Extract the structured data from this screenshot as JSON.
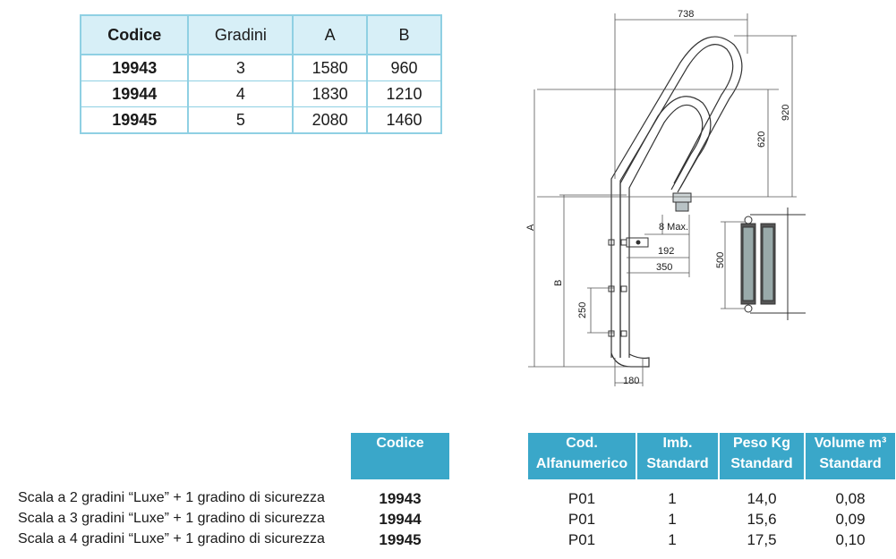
{
  "top_table": {
    "headers": [
      "Codice",
      "Gradini",
      "A",
      "B"
    ],
    "rows": [
      [
        "19943",
        "3",
        "1580",
        "960"
      ],
      [
        "19944",
        "4",
        "1830",
        "1210"
      ],
      [
        "19945",
        "5",
        "2080",
        "1460"
      ]
    ]
  },
  "drawing": {
    "dim_738": "738",
    "dim_920": "920",
    "dim_620": "620",
    "dim_8max": "8 Max.",
    "dim_192": "192",
    "dim_350": "350",
    "dim_500": "500",
    "dim_A": "A",
    "dim_B": "B",
    "dim_250": "250",
    "dim_180": "180"
  },
  "bottom_table": {
    "header_codice": "Codice",
    "header_cod_line1": "Cod.",
    "header_cod_line2": "Alfanumerico",
    "header_imb_line1": "Imb.",
    "header_imb_line2": "Standard",
    "header_peso_line1": "Peso Kg",
    "header_peso_line2": "Standard",
    "header_vol_line1": "Volume m³",
    "header_vol_line2": "Standard",
    "rows": [
      {
        "desc": "Scala a 2 gradini “Luxe” + 1 gradino di sicurezza",
        "codice": "19943",
        "cod": "P01",
        "imb": "1",
        "peso": "14,0",
        "volume": "0,08"
      },
      {
        "desc": "Scala a 3 gradini “Luxe” + 1 gradino di sicurezza",
        "codice": "19944",
        "cod": "P01",
        "imb": "1",
        "peso": "15,6",
        "volume": "0,09"
      },
      {
        "desc": "Scala a 4 gradini “Luxe” + 1 gradino di sicurezza",
        "codice": "19945",
        "cod": "P01",
        "imb": "1",
        "peso": "17,5",
        "volume": "0,10"
      }
    ]
  }
}
